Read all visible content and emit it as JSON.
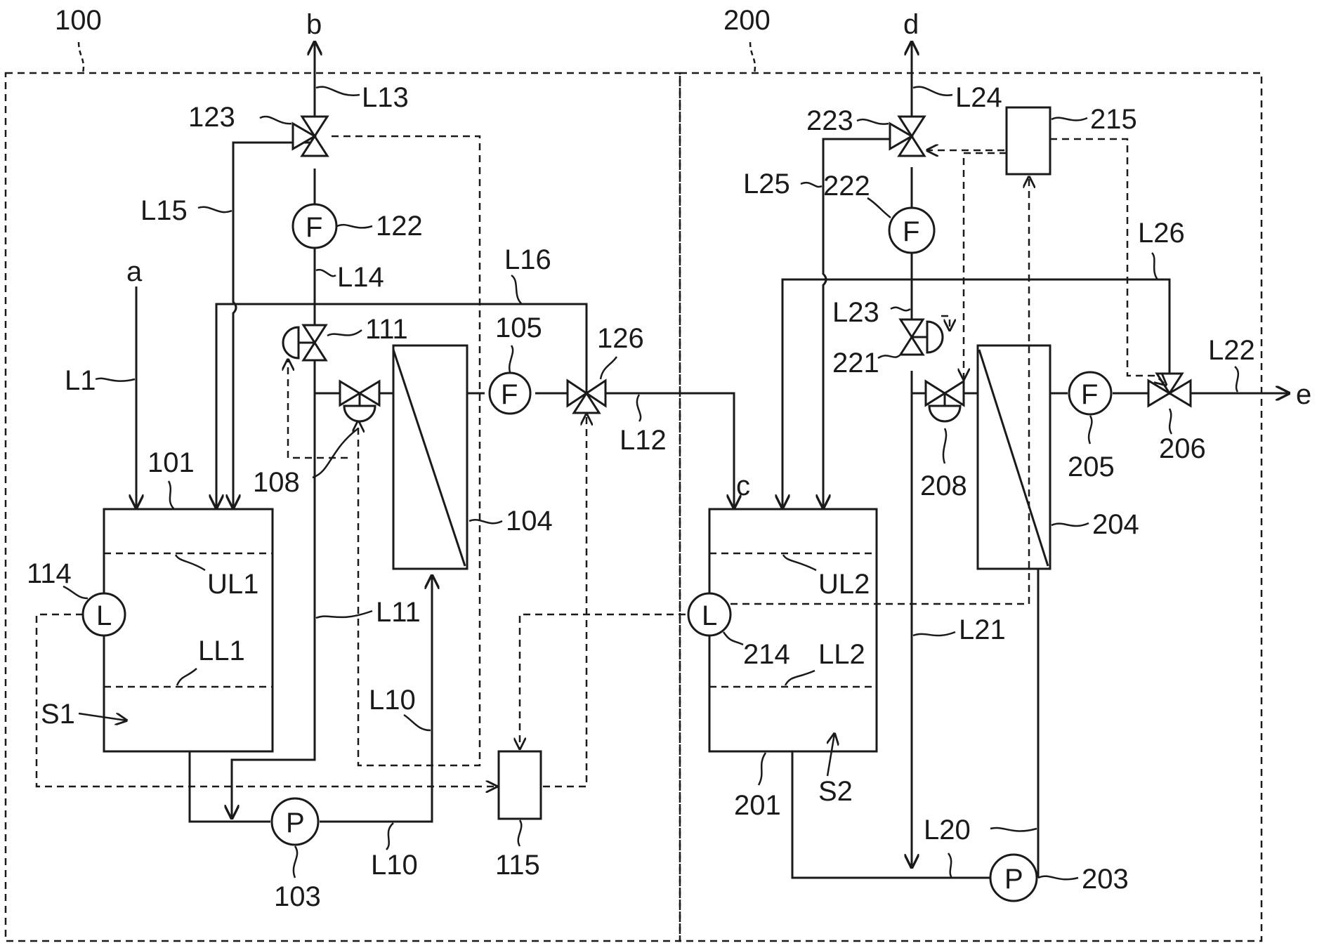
{
  "units": {
    "unit1": "100",
    "unit2": "200"
  },
  "streams": {
    "a": "a",
    "b": "b",
    "c": "c",
    "d": "d",
    "e": "e"
  },
  "lines": {
    "L1": "L1",
    "L10": "L10",
    "L11": "L11",
    "L12": "L12",
    "L13": "L13",
    "L14": "L14",
    "L15": "L15",
    "L16": "L16",
    "L20": "L20",
    "L21": "L21",
    "L22": "L22",
    "L23": "L23",
    "L24": "L24",
    "L25": "L25",
    "L26": "L26"
  },
  "components": {
    "c101": "101",
    "c103": "103",
    "c104": "104",
    "c105": "105",
    "c108": "108",
    "c111": "111",
    "c114": "114",
    "c115": "115",
    "c122": "122",
    "c123": "123",
    "c126": "126",
    "c201": "201",
    "c203": "203",
    "c204": "204",
    "c205": "205",
    "c206": "206",
    "c208": "208",
    "c214": "214",
    "c215": "215",
    "c221": "221",
    "c222": "222",
    "c223": "223"
  },
  "levels": {
    "UL1": "UL1",
    "LL1": "LL1",
    "UL2": "UL2",
    "LL2": "LL2",
    "S1": "S1",
    "S2": "S2"
  },
  "symbols": {
    "flow": "F",
    "pump": "P",
    "level": "L"
  }
}
